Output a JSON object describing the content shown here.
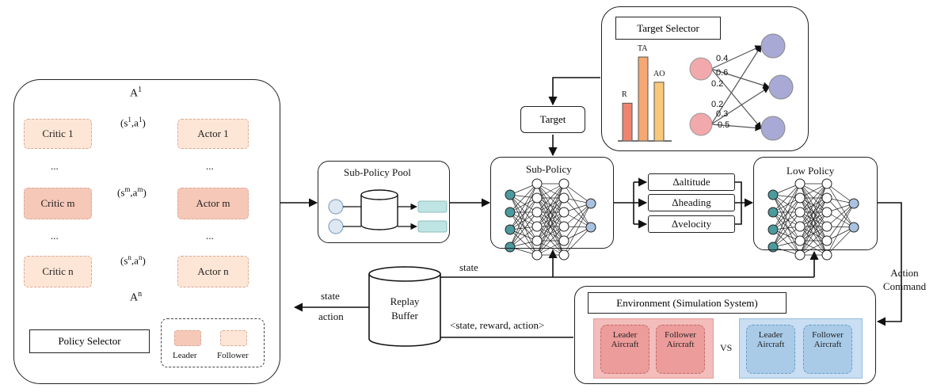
{
  "policy_selector": {
    "title": "Policy Selector",
    "critics": [
      "Critic 1",
      "Critic m",
      "Critic n"
    ],
    "actors": [
      "Actor 1",
      "Actor m",
      "Actor n"
    ],
    "ellipsis": "...",
    "edges": {
      "a1_base": "A",
      "a1_sup": "1",
      "an_base": "A",
      "an_sup": "n",
      "s1": {
        "s": "s",
        "s_sup": "1",
        "a": "a",
        "a_sup": "1"
      },
      "sm": {
        "s": "s",
        "s_sup": "m",
        "a": "a",
        "a_sup": "m"
      },
      "sn": {
        "s": "s",
        "s_sup": "n",
        "a": "a",
        "a_sup": "n"
      }
    },
    "legend": {
      "leader": "Leader",
      "follower": "Follower"
    }
  },
  "sub_policy_pool": {
    "title": "Sub-Policy Pool"
  },
  "sub_policy": {
    "title": "Sub-Policy"
  },
  "low_policy": {
    "title": "Low Policy"
  },
  "target": {
    "label": "Target"
  },
  "target_selector": {
    "title": "Target Selector",
    "bars": [
      {
        "label": "R",
        "value": 0.45,
        "color": "#ee8470"
      },
      {
        "label": "TA",
        "value": 1.0,
        "color": "#f5a873"
      },
      {
        "label": "AO",
        "value": 0.7,
        "color": "#f9c97a"
      }
    ],
    "weights_top": [
      "0.4",
      "0.6",
      "0.2"
    ],
    "weights_bottom": [
      "0.2",
      "0.3",
      "0.5"
    ]
  },
  "actions": [
    "Δaltitude",
    "Δheading",
    "Δvelocity"
  ],
  "replay_buffer": {
    "line1": "Replay",
    "line2": "Buffer"
  },
  "labels": {
    "state_top": "state",
    "state_left": "state",
    "action_left": "action",
    "tuple": "<state, reward, action>",
    "action_command_1": "Action",
    "action_command_2": "Command"
  },
  "environment": {
    "title": "Environment (Simulation System)",
    "red_team": [
      "Leader Aircraft",
      "Follower Aircraft"
    ],
    "blue_team": [
      "Leader Aircraft",
      "Follower Aircraft"
    ],
    "vs": "VS",
    "colors": {
      "red": "#ec9c9a",
      "blue": "#a9cbe8"
    }
  }
}
